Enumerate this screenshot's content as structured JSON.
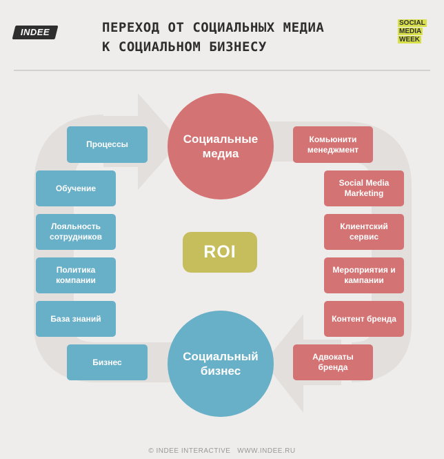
{
  "header": {
    "logo": "INDEE",
    "title_line1": "ПЕРЕХОД ОТ СОЦИАЛЬНЫХ МЕДИА",
    "title_line2": "К СОЦИАЛЬНОМ БИЗНЕСУ",
    "badge": [
      "SOCIAL",
      "MEDIA",
      "WEEK"
    ]
  },
  "diagram": {
    "top_circle": "Социальные медиа",
    "bottom_circle": "Социальный бизнес",
    "center": "ROI",
    "left_items": [
      "Процессы",
      "Обучение",
      "Лояльность сотрудников",
      "Политика компании",
      "База знаний",
      "Бизнес"
    ],
    "right_items": [
      "Комьюнити менеджмент",
      "Social Media Marketing",
      "Клиентский сервис",
      "Мероприятия и кампании",
      "Контент бренда",
      "Адвокаты бренда"
    ]
  },
  "colors": {
    "blue": "#68afc8",
    "red": "#d47373",
    "olive": "#c6be5c",
    "badge": "#d7e04b",
    "background": "#efedeb"
  },
  "footer": "© INDEE INTERACTIVE   WWW.INDEE.RU"
}
